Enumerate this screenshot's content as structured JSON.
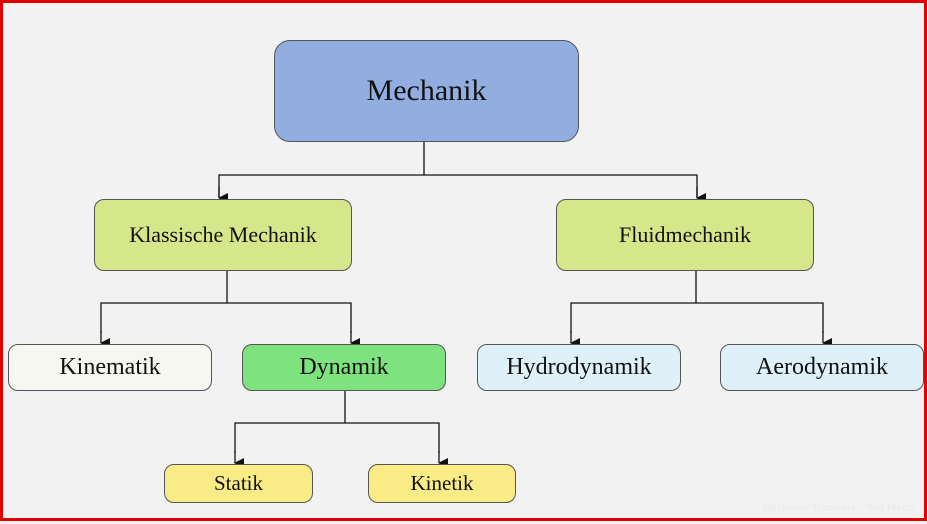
{
  "colors": {
    "frame_border": "#e00000",
    "background": "#f2f2f2",
    "root_fill": "#92aee0",
    "level1_fill": "#d6e68a",
    "kinematik_fill": "#f7f7f2",
    "dynamik_fill": "#7ee27e",
    "fluid_children_fill": "#dff0f8",
    "leaf_fill": "#f9eb86",
    "line": "#111111"
  },
  "nodes": {
    "root": "Mechanik",
    "klassische": "Klassische Mechanik",
    "fluid": "Fluidmechanik",
    "kinematik": "Kinematik",
    "dynamik": "Dynamik",
    "hydrodynamik": "Hydrodynamik",
    "aerodynamik": "Aerodynamik",
    "statik": "Statik",
    "kinetik": "Kinetik"
  },
  "edges": [
    [
      "root",
      "klassische"
    ],
    [
      "root",
      "fluid"
    ],
    [
      "klassische",
      "kinematik"
    ],
    [
      "klassische",
      "dynamik"
    ],
    [
      "fluid",
      "hydrodynamik"
    ],
    [
      "fluid",
      "aerodynamik"
    ],
    [
      "dynamik",
      "statik"
    ],
    [
      "dynamik",
      "kinetik"
    ]
  ],
  "watermark": "Mechanik Tragwerk · Teil Mech"
}
